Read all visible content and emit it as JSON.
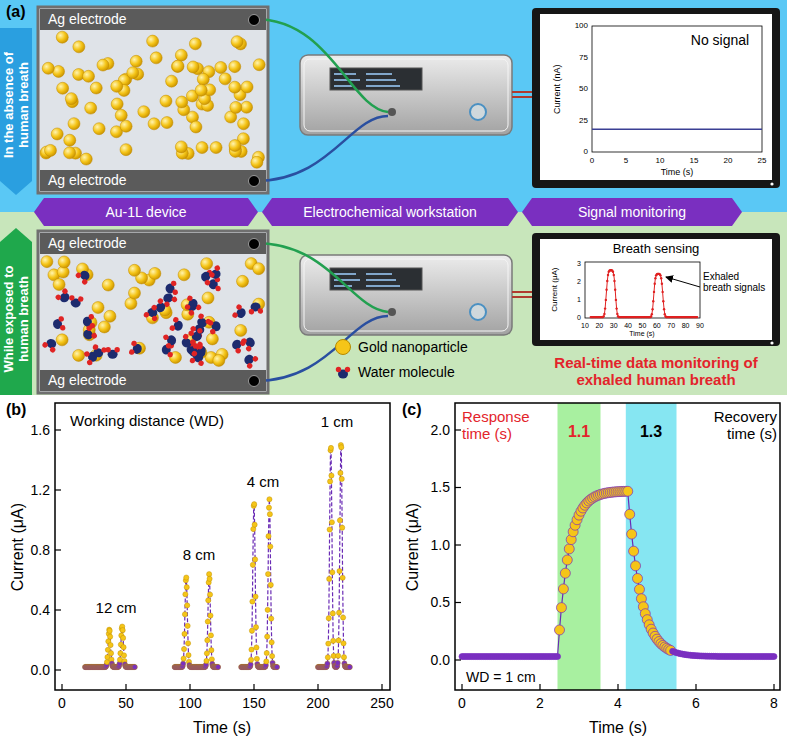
{
  "diagram": {
    "nodes": [
      {
        "text": [
          "In the absence of human breath"
        ]
      },
      {
        "text": [
          "Ag electrode"
        ]
      },
      {
        "text": [
          "Ag electrode"
        ]
      },
      {
        "text": [
          "Au-1L device"
        ]
      },
      {
        "text": [
          "Electrochemical workstation"
        ]
      },
      {
        "text": [
          "Signal monitoring"
        ]
      },
      {
        "text": [
          "While exposed to human breath"
        ]
      },
      {
        "text": [
          "Ag electrode"
        ]
      },
      {
        "text": [
          "Ag electrode"
        ]
      }
    ],
    "labels": [
      "(a)",
      "Current (nA)",
      "100",
      "75",
      "50",
      "25",
      "0",
      "0",
      "5",
      "10",
      "15",
      "20",
      "25",
      "Time (s)",
      "No signal",
      "Breath sensing",
      "Current (μA)",
      "3",
      "2",
      "1",
      "0",
      "10",
      "20",
      "30",
      "40",
      "50",
      "60",
      "70",
      "80",
      "90",
      "Time (s)",
      "Exhaled breath signals",
      "Real-time data monitoring of exhaled human breath",
      "(b)",
      "Current (μA)",
      "0.0",
      "0.4",
      "0.8",
      "1.2",
      "1.6",
      "0",
      "50",
      "100",
      "150",
      "200",
      "250",
      "Time (s)",
      "Working distance (WD)",
      "12 cm",
      "8 cm",
      "4 cm",
      "1 cm",
      "(c)",
      "Current (μA)",
      "0.0",
      "0.5",
      "1.0",
      "1.5",
      "2.0",
      "0",
      "2",
      "4",
      "6",
      "8",
      "Time (s)",
      "Response time (s)",
      "1.1",
      "1.3",
      "Recovery time (s)",
      "WD = 1 cm"
    ],
    "legend": [
      {
        "text": "Gold nanoparticle",
        "color": "#f5c518"
      },
      {
        "text": "Water molecule"
      }
    ]
  }
}
